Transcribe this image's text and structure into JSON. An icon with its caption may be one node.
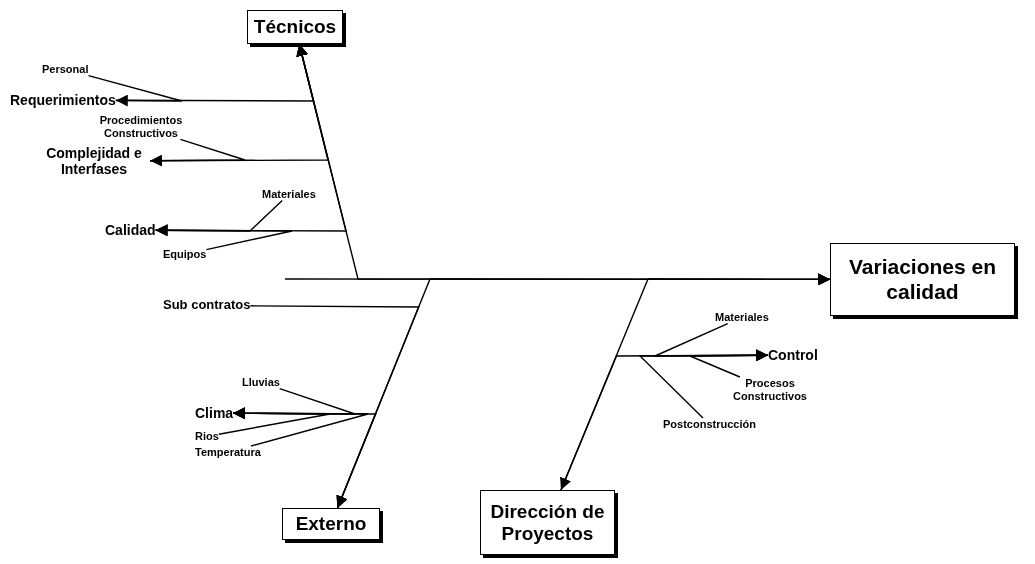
{
  "diagram": {
    "nodes": [
      {
        "text": [
          "Técnicos"
        ]
      },
      {
        "text": [
          "Variaciones en calidad"
        ]
      },
      {
        "text": [
          "Externo"
        ]
      },
      {
        "text": [
          "Dirección de Proyectos"
        ]
      },
      {
        "text": [
          "Personal"
        ]
      },
      {
        "text": [
          "Requerimientos"
        ]
      },
      {
        "text": [
          "Procedimientos Constructivos"
        ]
      },
      {
        "text": [
          "Complejidad e Interfases"
        ]
      },
      {
        "text": [
          "Calidad"
        ]
      },
      {
        "text": [
          "Materiales"
        ]
      },
      {
        "text": [
          "Equipos"
        ]
      },
      {
        "text": [
          "Sub contratos"
        ]
      },
      {
        "text": [
          "Lluvias"
        ]
      },
      {
        "text": [
          "Clima"
        ]
      },
      {
        "text": [
          "Rios"
        ]
      },
      {
        "text": [
          "Temperatura"
        ]
      },
      {
        "text": [
          "Materiales"
        ]
      },
      {
        "text": [
          "Control"
        ]
      },
      {
        "text": [
          "Procesos Constructivos"
        ]
      },
      {
        "text": [
          "Postconstrucción"
        ]
      }
    ],
    "edges": [
      {
        "from": null,
        "to": 1,
        "arrow": "to"
      },
      {
        "from": 0,
        "to": 1,
        "arrow": "to"
      },
      {
        "from": 5,
        "to": 0,
        "arrow": "to"
      },
      {
        "from": 4,
        "to": 5,
        "arrow": "to"
      },
      {
        "from": 7,
        "to": 0,
        "arrow": "to"
      },
      {
        "from": 6,
        "to": 7,
        "arrow": "to"
      },
      {
        "from": 8,
        "to": 0,
        "arrow": "to"
      },
      {
        "from": 9,
        "to": 8,
        "arrow": "to"
      },
      {
        "from": 10,
        "to": 8,
        "arrow": "to"
      },
      {
        "from": 2,
        "to": 1,
        "arrow": "to"
      },
      {
        "from": 11,
        "to": 2,
        "arrow": "to"
      },
      {
        "from": 13,
        "to": 2,
        "arrow": "to"
      },
      {
        "from": 12,
        "to": 13,
        "arrow": "to"
      },
      {
        "from": 14,
        "to": 13,
        "arrow": "to"
      },
      {
        "from": 15,
        "to": 13,
        "arrow": "to"
      },
      {
        "from": 3,
        "to": 1,
        "arrow": "to"
      },
      {
        "from": 17,
        "to": 3,
        "arrow": "to"
      },
      {
        "from": 16,
        "to": 17,
        "arrow": "to"
      },
      {
        "from": 18,
        "to": 17,
        "arrow": "to"
      },
      {
        "from": 19,
        "to": 17,
        "arrow": "to"
      }
    ]
  }
}
